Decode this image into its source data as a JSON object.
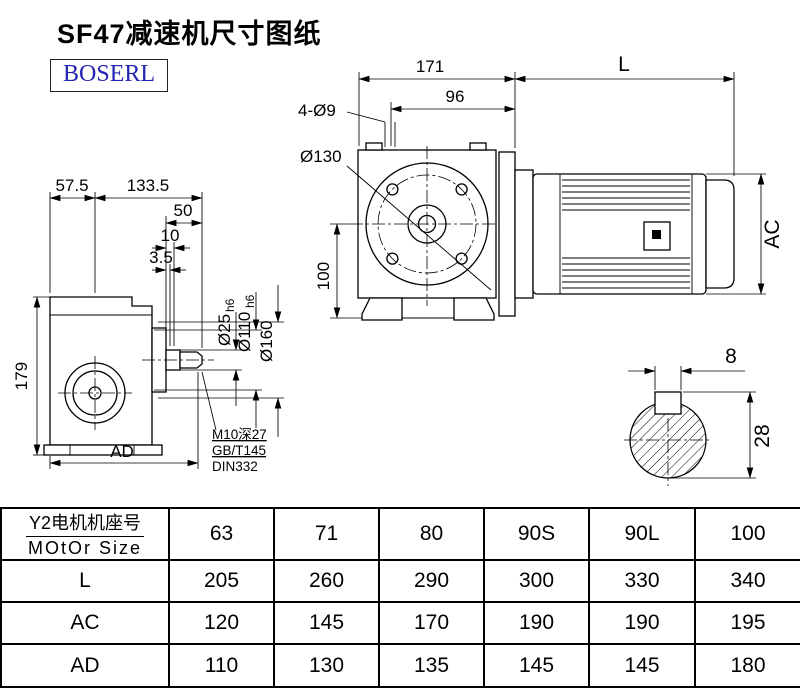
{
  "header": {
    "title": "SF47减速机尺寸图纸",
    "brand": "BOSERL"
  },
  "drawing": {
    "front_view": {
      "dim_width_total": "171",
      "dim_width_flange": "96",
      "dim_bolt_holes": "4-Ø9",
      "dim_flange_dia": "Ø130",
      "dim_center_height": "100"
    },
    "motor_view": {
      "dim_length": "L",
      "dim_height": "AC"
    },
    "side_view": {
      "dim_a": "57.5",
      "dim_b": "133.5",
      "dim_shaft_len": "50",
      "dim_step": "10",
      "dim_chamfer": "3.5",
      "dim_height": "179",
      "dim_width": "AD",
      "dia_shaft": "Ø25",
      "dia_shaft_tol": "h6",
      "dia_spigot": "Ø110",
      "dia_spigot_tol": "h6",
      "dia_flange": "Ø160",
      "note_thread": "M10深27",
      "note_std1": "GB/T145",
      "note_std2": "DIN332"
    },
    "shaft_section": {
      "dim_key_width": "8",
      "dim_shaft_with_key": "28"
    }
  },
  "table": {
    "row_header_line1": "Y2电机机座号",
    "row_header_line2": "MOtOr Size",
    "columns": [
      "63",
      "71",
      "80",
      "90S",
      "90L",
      "100"
    ],
    "rows": [
      {
        "label": "L",
        "values": [
          "205",
          "260",
          "290",
          "300",
          "330",
          "340"
        ]
      },
      {
        "label": "AC",
        "values": [
          "120",
          "145",
          "170",
          "190",
          "190",
          "195"
        ]
      },
      {
        "label": "AD",
        "values": [
          "110",
          "130",
          "135",
          "145",
          "145",
          "180"
        ]
      }
    ]
  }
}
